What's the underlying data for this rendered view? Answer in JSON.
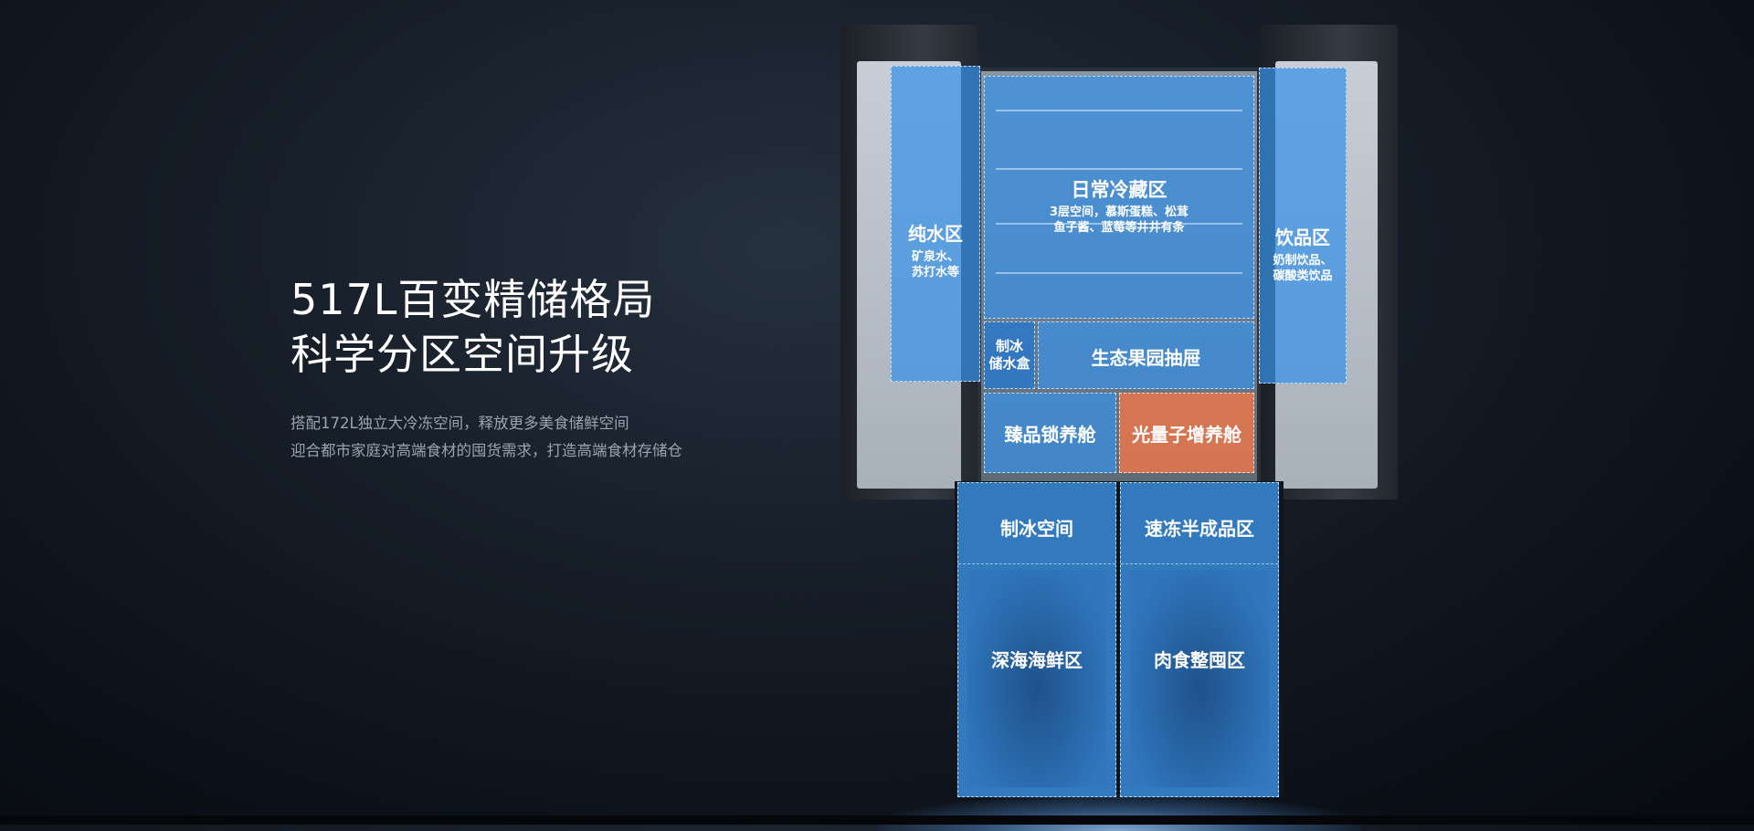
{
  "headline": {
    "line1": "517L百变精储格局",
    "line2": "科学分区空间升级"
  },
  "description": {
    "line1": "搭配172L独立大冷冻空间，释放更多美食储鲜空间",
    "line2": "迎合都市家庭对高端食材的囤货需求，打造高端食材存储仓"
  },
  "zones": {
    "water": {
      "label": "纯水区",
      "sub1": "矿泉水、",
      "sub2": "苏打水等"
    },
    "fresh": {
      "label": "日常冷藏区",
      "sub1": "3层空间，慕斯蛋糕、松茸",
      "sub2": "鱼子酱、蓝莓等井井有条"
    },
    "drinks": {
      "label": "饮品区",
      "sub1": "奶制饮品、",
      "sub2": "碳酸类饮品"
    },
    "ice_box": {
      "line1": "制冰",
      "line2": "储水盒"
    },
    "fruit": {
      "label": "生态果园抽屉"
    },
    "premium": {
      "label": "臻品锁养舱"
    },
    "quantum": {
      "label": "光量子增养舱"
    },
    "ice_space": {
      "label": "制冰空间"
    },
    "quick_freeze": {
      "label": "速冻半成品区"
    },
    "seafood": {
      "label": "深海海鲜区"
    },
    "meat": {
      "label": "肉食整囤区"
    }
  },
  "colors": {
    "zone_blue": "#3892e8",
    "zone_orange": "#e2764e",
    "background": "#0c1119"
  }
}
